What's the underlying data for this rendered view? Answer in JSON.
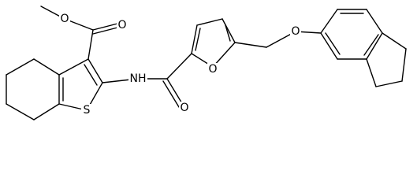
{
  "molecule": {
    "atoms": {
      "ester_o_methyl": "O",
      "ester_o_carbonyl": "O",
      "thiophene_s": "S",
      "amide_nh": "NH",
      "amide_o": "O",
      "furan_o": "O",
      "ether_o": "O"
    }
  },
  "colors": {
    "bond": "#000000",
    "label": "#000000",
    "background": "#ffffff"
  }
}
